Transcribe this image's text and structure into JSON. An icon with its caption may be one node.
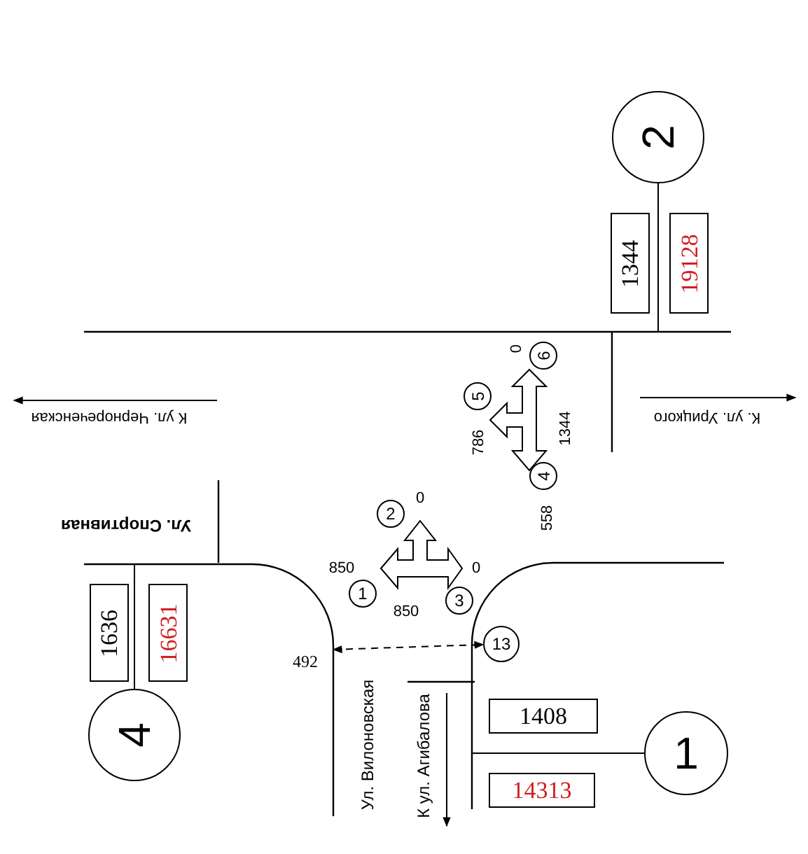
{
  "diagram": {
    "nodes": [
      {
        "text": [
          "2"
        ]
      },
      {
        "text": [
          "1344"
        ]
      },
      {
        "text": [
          "19128"
        ]
      },
      {
        "text": [
          "6"
        ]
      },
      {
        "text": [
          "5"
        ]
      },
      {
        "text": [
          "4"
        ]
      },
      {
        "text": [
          "2"
        ]
      },
      {
        "text": [
          "1"
        ]
      },
      {
        "text": [
          "3"
        ]
      },
      {
        "text": [
          "13"
        ]
      },
      {
        "text": [
          "1636"
        ]
      },
      {
        "text": [
          "16631"
        ]
      },
      {
        "text": [
          "1408"
        ]
      },
      {
        "text": [
          "14313"
        ]
      },
      {
        "text": [
          "4"
        ]
      },
      {
        "text": [
          "1"
        ]
      }
    ],
    "edges": [
      {
        "from": 0,
        "to": null,
        "arrow": "none"
      },
      {
        "from": 14,
        "to": null,
        "arrow": "none"
      },
      {
        "from": 15,
        "to": null,
        "arrow": "none"
      },
      {
        "from": null,
        "to": 9,
        "arrow": "both",
        "style": "dashed",
        "label": "492"
      }
    ],
    "labels": [
      "К ул. Чернореченская",
      "К. ул. Урицкого",
      "0",
      "786",
      "1344",
      "558",
      "Ул. Спортивная",
      "0",
      "850",
      "0",
      "850",
      "Ул. Вилоновская",
      "К ул. Агибалова"
    ]
  }
}
